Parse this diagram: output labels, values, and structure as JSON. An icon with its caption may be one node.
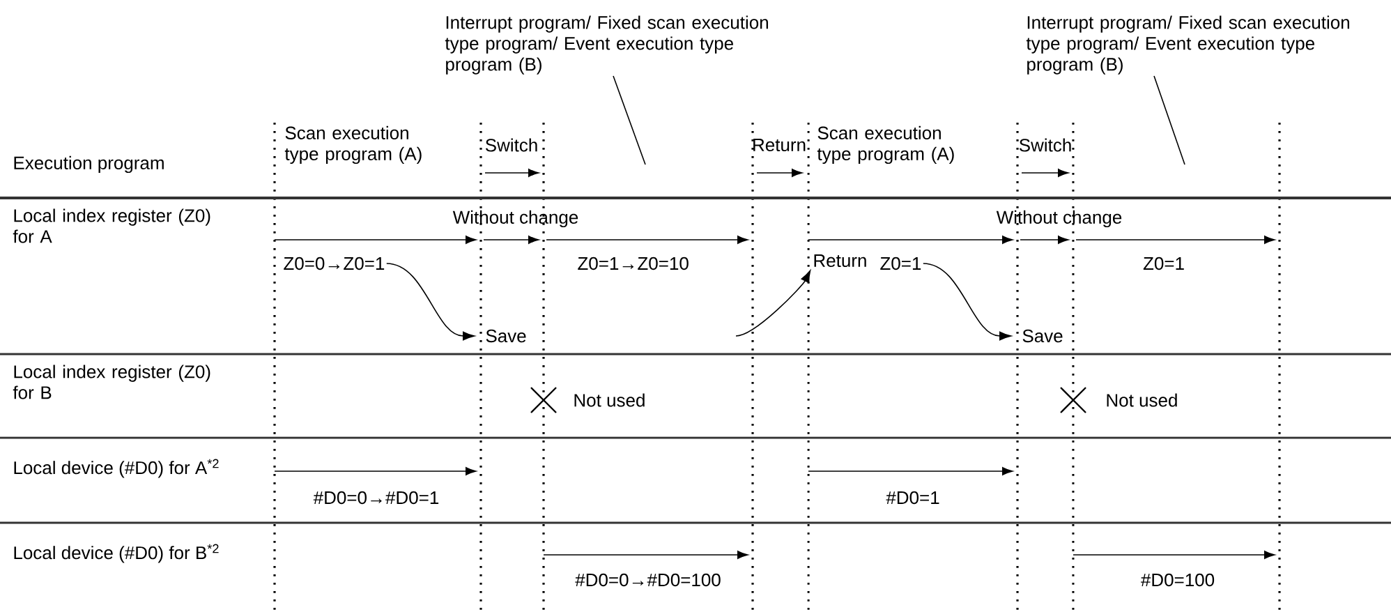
{
  "diagram": {
    "nodes": [
      {
        "text": [
          "Interrupt program/ Fixed scan execution type program/ Event execution type program (B)"
        ]
      },
      {
        "text": [
          "Interrupt program/ Fixed scan execution type program/ Event execution type program (B)"
        ]
      },
      {
        "text": [
          "Z0=0→Z0=1"
        ]
      },
      {
        "text": [
          "Save"
        ]
      },
      {
        "text": [
          "Return"
        ]
      },
      {
        "text": [
          "Z0=1"
        ]
      },
      {
        "text": [
          "Save"
        ]
      }
    ],
    "edges": [
      {
        "from": 0,
        "to": null,
        "arrow": "none"
      },
      {
        "from": 1,
        "to": null,
        "arrow": "none"
      },
      {
        "from": 2,
        "to": 3,
        "arrow": "to"
      },
      {
        "from": null,
        "to": 4,
        "arrow": "to"
      },
      {
        "from": 5,
        "to": 6,
        "arrow": "to"
      }
    ],
    "labels": [
      "Execution program",
      "Scan execution type program (A)",
      "Switch",
      "Return",
      "Scan execution type program (A)",
      "Switch",
      "Local index register (Z0) for A",
      "Without change",
      "Without change",
      "Z0=1→Z0=10",
      "Z0=1",
      "Local index register (Z0) for B",
      "Not used",
      "Not used",
      "Local device (#D0) for A$^{*2}$",
      "#D0=0→#D0=1",
      "#D0=1",
      "Local device (#D0) for B$^{*2}$",
      "#D0=0→#D0=100",
      "#D0=100"
    ]
  }
}
